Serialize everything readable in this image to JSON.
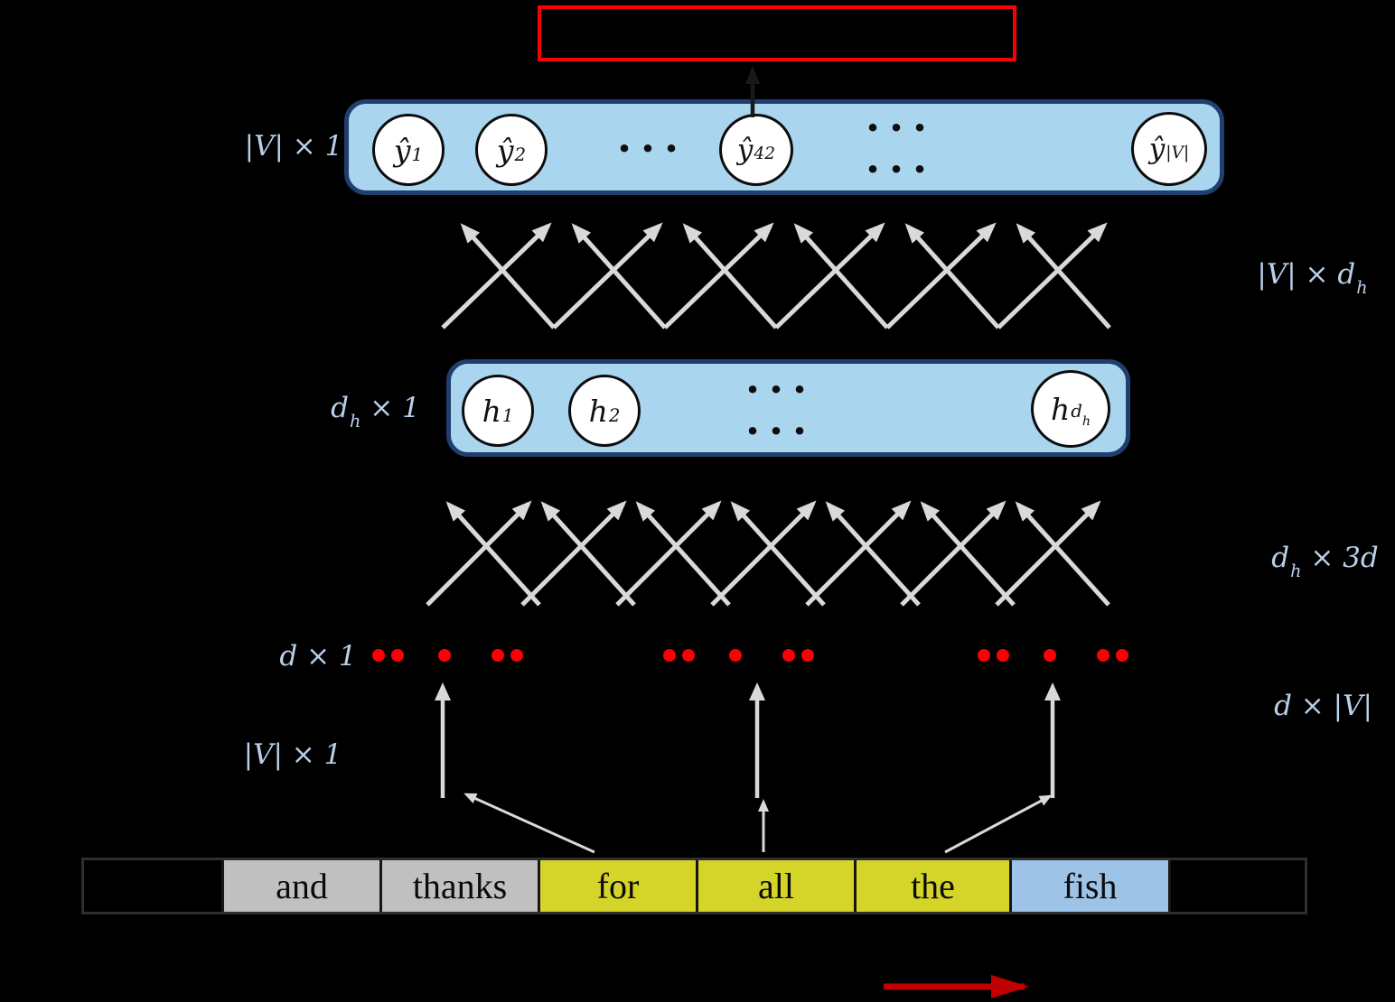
{
  "colors": {
    "background": "#000000",
    "layer_fill": "#aad5ee",
    "layer_border": "#203f6e",
    "output_box_border": "#fb0000",
    "embedding_dot_red": "#fb0006",
    "weight_arrow_gray": "#d9d9d9",
    "dim_label_blue": "#b9d0ea",
    "word_gray": "#c0c0c0",
    "word_yellow": "#d4d429",
    "word_blue": "#9dc3e6",
    "direction_arrow_red": "#c00000"
  },
  "output_layer": {
    "dim_label": "|V| × 1",
    "units": [
      {
        "base": "ŷ",
        "sub": "1"
      },
      {
        "base": "ŷ",
        "sub": "2"
      },
      {
        "base": "ŷ",
        "sub": "42"
      },
      {
        "base": "ŷ",
        "sub": "|V|"
      }
    ],
    "dots_mid": "···",
    "dots_right": "··· ···"
  },
  "upper_weights_label": {
    "base": "|V| × d",
    "sub": "h"
  },
  "hidden_layer": {
    "dim_label": {
      "base": "d",
      "sub": "h",
      "rest": " × 1"
    },
    "units": [
      {
        "base": "h",
        "sub": "1"
      },
      {
        "base": "h",
        "sub": "2"
      },
      {
        "base": "h",
        "sub": "d",
        "subsub": "h"
      }
    ],
    "dots": "··· ···"
  },
  "lower_weights_label": {
    "base": "d",
    "sub": "h",
    "rest": " × 3d"
  },
  "embedding_layer": {
    "dim_label": "d × 1"
  },
  "projection_label": "d × |V|",
  "onehot_layer": {
    "dim_label": "|V| × 1"
  },
  "context_words": {
    "cells": [
      {
        "text": ""
      },
      {
        "text": "and"
      },
      {
        "text": "thanks"
      },
      {
        "text": "for"
      },
      {
        "text": "all"
      },
      {
        "text": "the"
      },
      {
        "text": "fish"
      },
      {
        "text": ""
      }
    ]
  }
}
